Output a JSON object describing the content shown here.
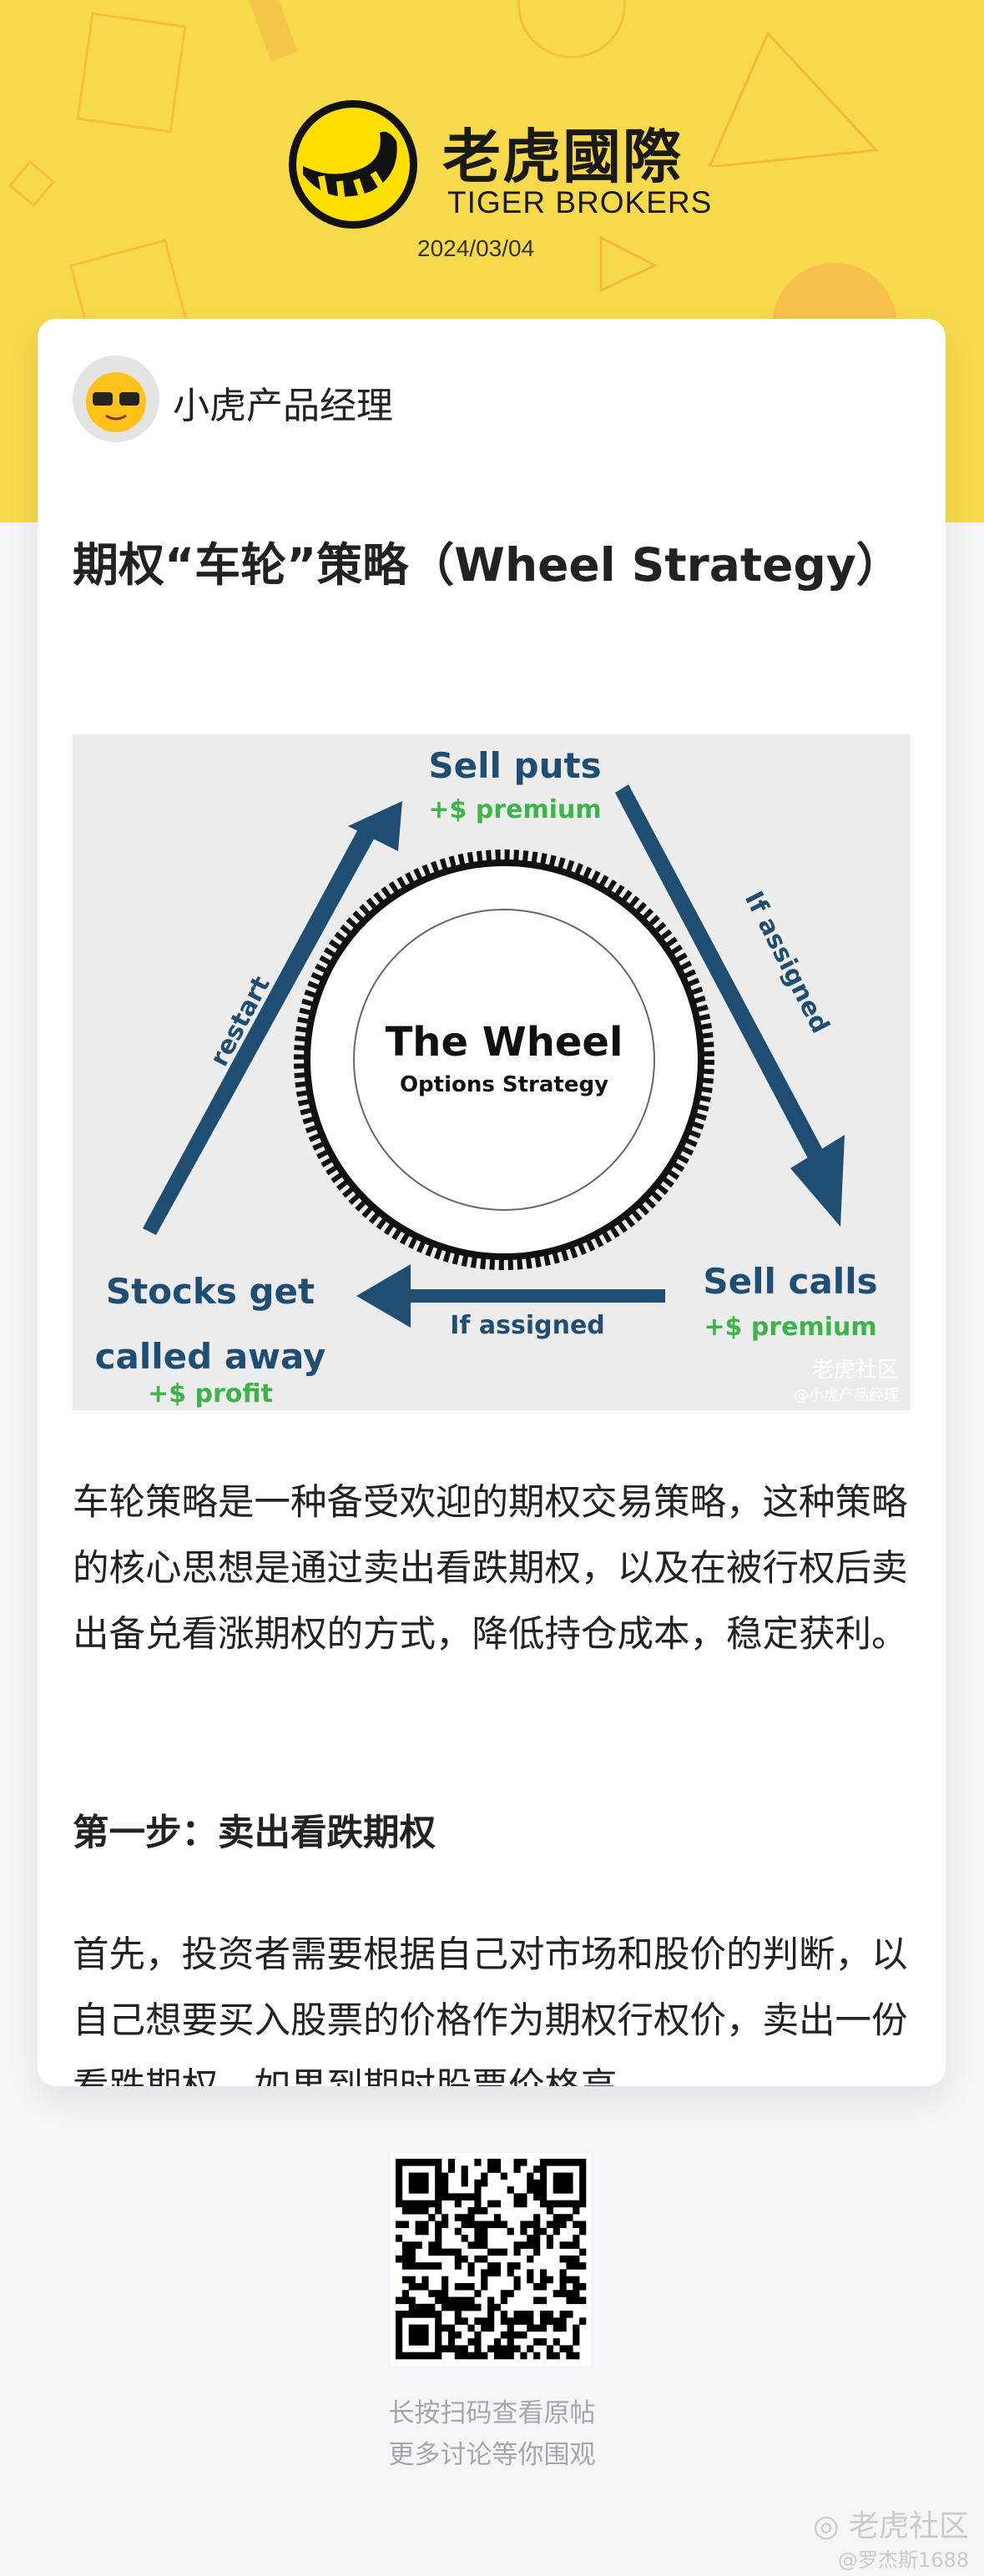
{
  "header": {
    "brand_cn": "老虎國際",
    "brand_en": "TIGER BROKERS",
    "date": "2024/03/04"
  },
  "post": {
    "author": "小虎产品经理",
    "title": "期权“车轮”策略（Wheel Strategy）",
    "figure": {
      "sell_puts": "Sell puts",
      "sell_puts_premium": "+$ premium",
      "if_assigned_1": "If assigned",
      "sell_calls": "Sell calls",
      "sell_calls_premium": "+$ premium",
      "if_assigned_2": "If assigned",
      "stocks_line1": "Stocks get",
      "stocks_line2": "called away",
      "profit": "+$ profit",
      "restart": "restart",
      "wheel_title": "The Wheel",
      "wheel_subtitle": "Options Strategy",
      "watermark": "老虎社区",
      "watermark_user": "@小虎产品经理"
    },
    "paragraphs": [
      "车轮策略是一种备受欢迎的期权交易策略，这种策略的核心思想是通过卖出看跌期权，以及在被行权后卖出备兑看涨期权的方式，降低持仓成本，稳定获利。",
      "第一步：卖出看跌期权",
      "首先，投资者需要根据自己对市场和股价的判断，以自己想要买入股票的价格作为期权行权价，卖出一份看跌期权，如果到期时股票价格高"
    ]
  },
  "footer": {
    "caption1": "长按扫码查看原帖",
    "caption2": "更多讨论等你围观",
    "watermark": "老虎社区",
    "user": "@罗杰斯1688"
  },
  "colors": {
    "yellow": "#f7d94c",
    "arrow": "#1f4e72",
    "green": "#3cb44a"
  }
}
